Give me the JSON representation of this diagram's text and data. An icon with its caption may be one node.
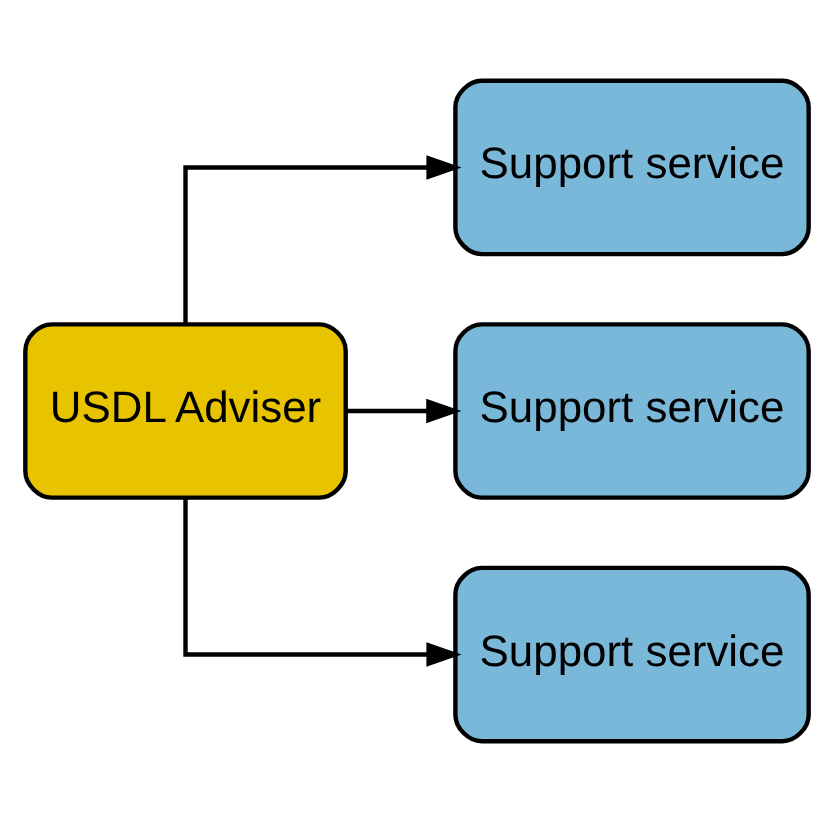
{
  "diagram": {
    "nodes": [
      {
        "text": [
          "USDL Adviser"
        ]
      },
      {
        "text": [
          "Support service"
        ]
      },
      {
        "text": [
          "Support service"
        ]
      },
      {
        "text": [
          "Support service"
        ]
      }
    ],
    "edges": [
      {
        "from": 0,
        "to": 1,
        "arrow": "to"
      },
      {
        "from": 0,
        "to": 2,
        "arrow": "to"
      },
      {
        "from": 0,
        "to": 3,
        "arrow": "to"
      }
    ]
  }
}
